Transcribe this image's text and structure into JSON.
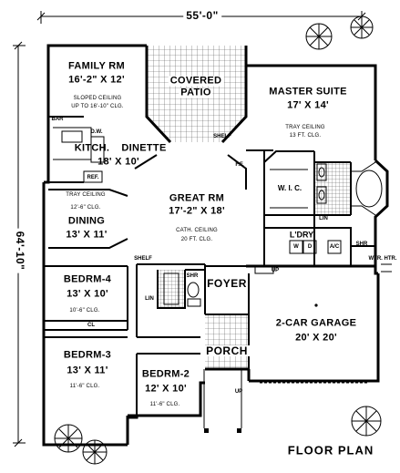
{
  "plan": {
    "title": "FLOOR PLAN",
    "overall_width": "55'-0\"",
    "overall_depth": "64'-10\"",
    "rooms": [
      {
        "id": "family",
        "name": "FAMILY RM",
        "size": "16'-2\" X 12'",
        "notes": [
          "SLOPED CEILING",
          "UP TO 16'-10\" CLG."
        ]
      },
      {
        "id": "patio",
        "name": "COVERED",
        "name2": "PATIO"
      },
      {
        "id": "master",
        "name": "MASTER SUITE",
        "size": "17' X 14'",
        "notes": [
          "TRAY CEILING",
          "13 FT. CLG."
        ]
      },
      {
        "id": "kitchen",
        "name": "KITCH.",
        "name2": "DINETTE",
        "size": "18' X 10'"
      },
      {
        "id": "great",
        "name": "GREAT RM",
        "size": "17'-2\" X 18'",
        "notes": [
          "CATH. CEILING",
          "20 FT. CLG."
        ]
      },
      {
        "id": "dining",
        "name": "DINING",
        "size": "13' X 11'",
        "notes": [
          "TRAY CEILING",
          "12'-6\" CLG."
        ]
      },
      {
        "id": "bedrm4",
        "name": "BEDRM-4",
        "size": "13' X 10'",
        "notes": [
          "10'-6\" CLG."
        ]
      },
      {
        "id": "bedrm3",
        "name": "BEDRM-3",
        "size": "13' X 11'",
        "notes": [
          "11'-6\" CLG."
        ]
      },
      {
        "id": "bedrm2",
        "name": "BEDRM-2",
        "size": "12' X 10'",
        "notes": [
          "11'-6\" CLG."
        ]
      },
      {
        "id": "garage",
        "name": "2-CAR GARAGE",
        "size": "20' X 20'"
      }
    ],
    "labels": {
      "foyer": "FOYER",
      "porch": "PORCH",
      "laundry": "L'DRY",
      "wic": "W. I. C.",
      "bar": "BAR",
      "dw": "D.W.",
      "ref": "REF.",
      "shelf": "SHELF",
      "shelf2": "SHELF",
      "ff": "F.F.",
      "lin": "LIN",
      "lin2": "LIN",
      "cl": "CL",
      "shr": "SHR",
      "shr2": "SHR",
      "up": "UP",
      "up2": "UP",
      "wtr_htr": "WTR. HTR.",
      "wd": "W",
      "dr": "D",
      "ac": "A/C"
    }
  },
  "colors": {
    "line": "#000000",
    "background": "#ffffff",
    "tile": "#555555"
  }
}
